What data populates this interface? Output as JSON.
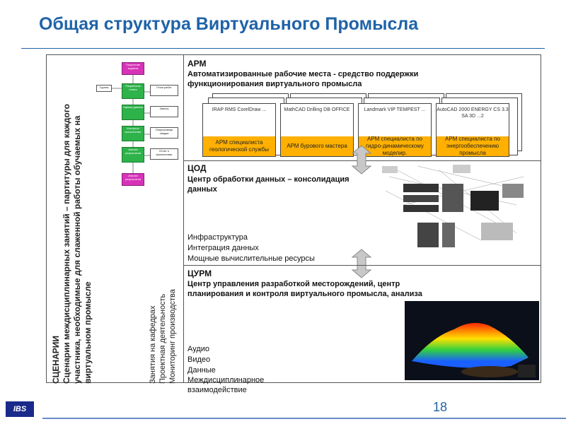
{
  "title": "Общая структура Виртуального Промысла",
  "page_number": "18",
  "logo": "IBS",
  "scenarios": {
    "title": "СЦЕНАРИИ",
    "line1": "Сценарии междисциплинарных занятий – партитуры для каждого",
    "line2": "участника, необходимые для слаженной работы обучаемых на",
    "line3": "виртуальном промысле",
    "activity1": "Занятия на кафедрах",
    "activity2": "Проектная деятельность",
    "activity3": "Мониторинг производства"
  },
  "flow": {
    "group": "Группа",
    "pink_top": "Получение задания",
    "pink_bottom": "Анализ результатов",
    "steps": [
      "Разработка плана",
      "Оценка данных",
      "Контроль выполнения",
      "Анализ результатов"
    ],
    "notes": [
      "План работ",
      "Запись",
      "Оперативная сводка",
      "Отчет о выполнении"
    ]
  },
  "arm": {
    "abbr": "АРМ",
    "heading1": "Автоматизированные рабочие места - средство поддержки",
    "heading2": "функционирования виртуального промысла",
    "cards": [
      {
        "software": "IRAP RMS CorelDraw ...",
        "role": "АРМ специалиста геологической службы"
      },
      {
        "software": "MathCAD Drilling DB OFFICE",
        "role": "АРМ бурового мастера"
      },
      {
        "software": "Landmark VIP TEMPEST ...",
        "role": "АРМ специалиста по гидро-динамическому моделир."
      },
      {
        "software": "AutoCAD 2000 ENERGY CS 3.3 SA 3D ...2",
        "role": "АРМ специалиста по энергообеспечению промысла"
      }
    ]
  },
  "cod": {
    "abbr": "ЦОД",
    "heading1": "Центр обработки данных – консолидация",
    "heading2": "данных",
    "items": [
      "Инфраструктура",
      "Интеграция данных",
      "Мощные вычислительные ресурсы"
    ]
  },
  "curm": {
    "abbr": "ЦУРМ",
    "heading1": "Центр управления разработкой месторождений, центр",
    "heading2": "планирования и контроля виртуального промысла, анализа",
    "items": [
      "Аудио",
      "Видео",
      "Данные",
      "Междисциплинарное",
      "взаимодействие"
    ]
  },
  "colors": {
    "title": "#1f63a8",
    "orange": "#ffb000",
    "green": "#2eb24a",
    "pink": "#d633b8"
  }
}
